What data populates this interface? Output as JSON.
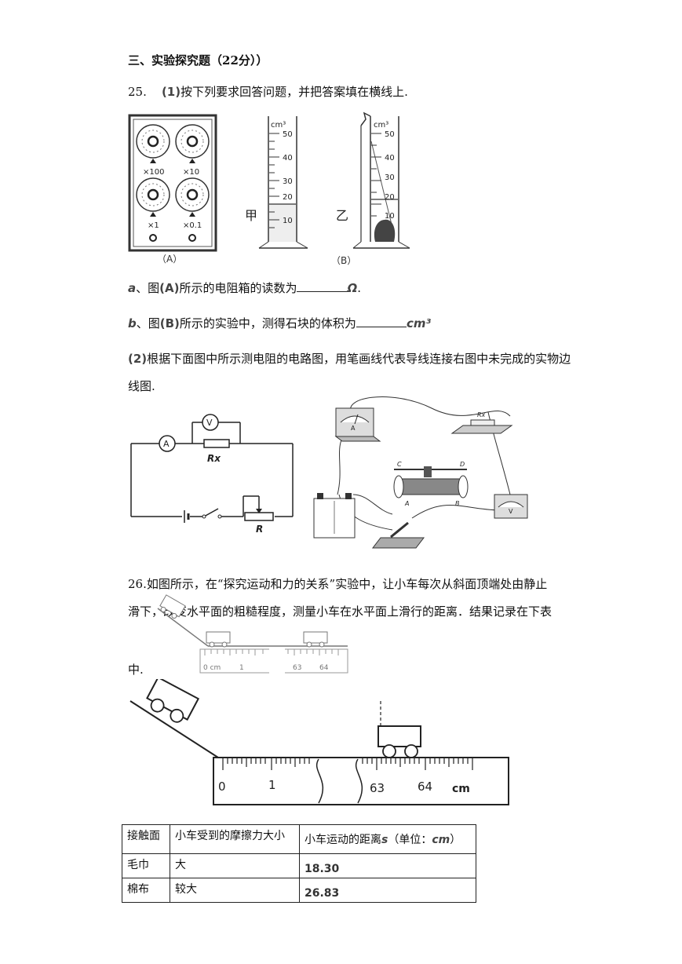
{
  "section_title": "三、实验探究题（22分））",
  "q25": {
    "number": "25.",
    "part1_tag": "(1)",
    "instruction": "按下列要求回答问题，并把答案填在横线上.",
    "fig_a_caption": "（A）",
    "fig_b_caption": "（B）",
    "dial_labels": [
      "×100",
      "×10",
      "×1",
      "×0.1"
    ],
    "jia": "甲",
    "yi": "乙",
    "cyl_unit": "cm³",
    "cyl_ticks": [
      "50",
      "40",
      "30",
      "20",
      "10"
    ],
    "a_letter": "a",
    "a_text_1": "、图",
    "a_tag": "(A)",
    "a_text_2": "所示的电阻箱的读数为",
    "a_unit": "Ω",
    "a_end": ".",
    "b_letter": "b",
    "b_text_1": "、图",
    "b_tag": "(B)",
    "b_text_2": "所示的实验中，测得石块的体积为",
    "b_unit": "cm³",
    "part2_tag": "(2)",
    "part2_text": "根据下面图中所示测电阻的电路图，用笔画线代表导线连接右图中未完成的实物边",
    "part2_text_cont": "线图.",
    "circuit_labels": {
      "V": "V",
      "A": "A",
      "Rx": "Rx",
      "R": "R"
    },
    "real_labels": {
      "A": "A",
      "V": "V",
      "Rx": "Rx",
      "C": "C",
      "D": "D",
      "B": "B",
      "A2": "A"
    }
  },
  "q26": {
    "line1": "26.如图所示，在“探究运动和力的关系”实验中，让小车每次从斜面顶端处由静止",
    "line2": "滑下，改变水平面的粗糙程度，测量小车在水平面上滑行的距离．结果记录在下表",
    "line3": "中.",
    "small_ruler": [
      "0 cm",
      "1",
      "63",
      "64"
    ],
    "big_ruler": [
      "0",
      "1",
      "63",
      "64",
      "cm"
    ],
    "table": {
      "headers": [
        "接触面",
        "小车受到的摩擦力大小",
        "小车运动的距离"
      ],
      "header_s": "s",
      "header_unit_pre": "（单位：",
      "header_unit": "cm",
      "header_unit_post": "）",
      "rows": [
        [
          "毛巾",
          "大",
          "18.30"
        ],
        [
          "棉布",
          "较大",
          "26.83"
        ]
      ]
    }
  }
}
